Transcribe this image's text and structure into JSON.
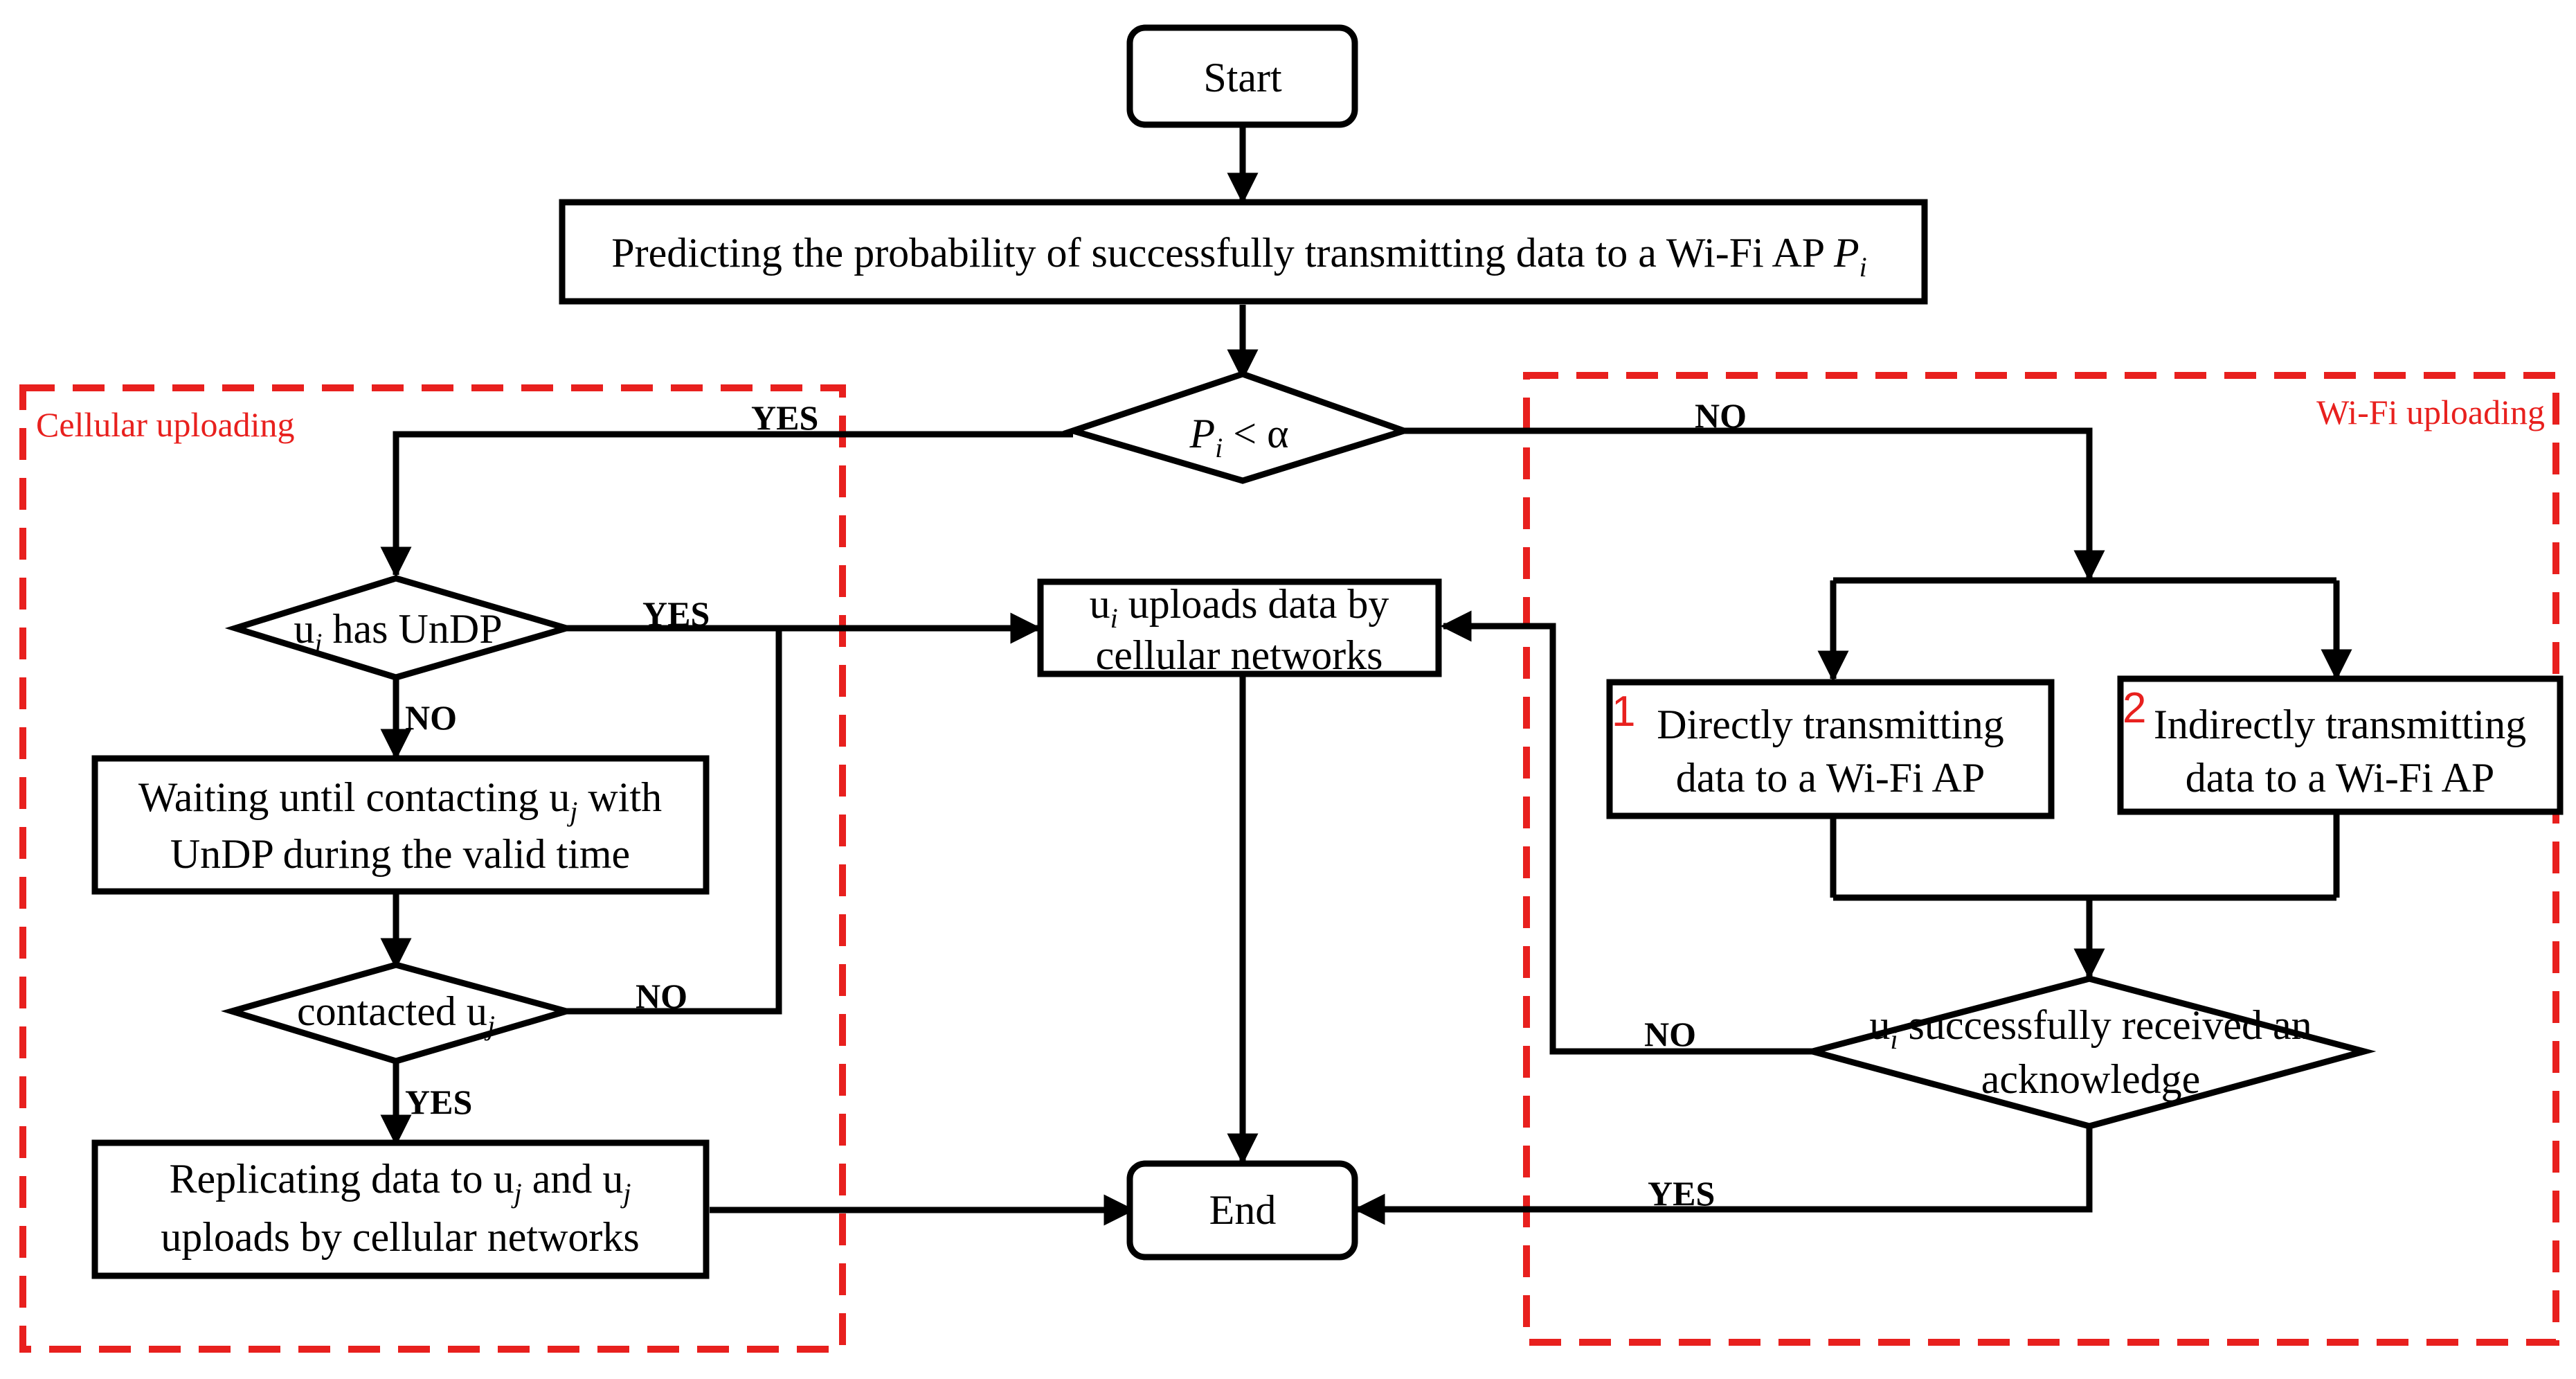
{
  "colors": {
    "region_border": "#e8201e",
    "region_label": "#e8201e",
    "stroke": "#000000",
    "background": "#ffffff"
  },
  "regions": {
    "cellular": "Cellular uploading",
    "wifi": "Wi-Fi uploading"
  },
  "nodes": {
    "start": "Start",
    "predict": {
      "text": "Predicting the probability of successfully transmitting data to a Wi-Fi AP ",
      "var": "P",
      "sub": "i"
    },
    "decision_alpha": {
      "var": "P",
      "sub": "i",
      "rest": " < α"
    },
    "has_undp": {
      "pre": "u",
      "sub": "i",
      "rest": " has UnDP"
    },
    "cellular_upload": {
      "pre": "u",
      "sub": "i",
      "line1_rest": " uploads data by",
      "line2": "cellular networks"
    },
    "waiting": {
      "line1_pre": "Waiting until contacting u",
      "sub": "j",
      "line1_rest": " with",
      "line2": "UnDP during the valid time"
    },
    "contacted": {
      "pre": "contacted u",
      "sub": "j"
    },
    "replicating": {
      "line1_pre": "Replicating data to u",
      "sub1": "j",
      "line1_mid": " and u",
      "sub2": "j",
      "line2": "uploads by cellular networks"
    },
    "direct": {
      "number": "1",
      "line1": "Directly transmitting",
      "line2": "data to a Wi-Fi AP"
    },
    "indirect": {
      "number": "2",
      "line1": "Indirectly transmitting",
      "line2": "data to a Wi-Fi AP"
    },
    "ack": {
      "pre": "u",
      "sub": "i",
      "line1_rest": " successfully received an",
      "line2": "acknowledge"
    },
    "end": "End"
  },
  "edge_labels": {
    "yes_alpha": "YES",
    "no_alpha": "NO",
    "yes_undp": "YES",
    "no_undp": "NO",
    "no_contacted": "NO",
    "yes_contacted": "YES",
    "no_ack": "NO",
    "yes_ack": "YES"
  }
}
